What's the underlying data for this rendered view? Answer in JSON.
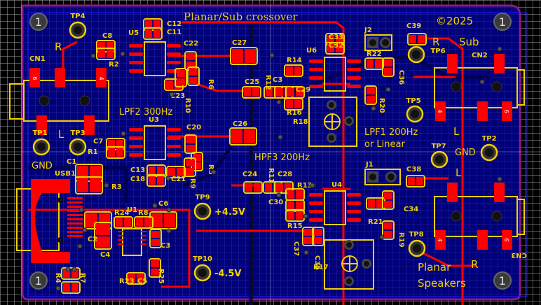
{
  "board": {
    "title": "Planar/Sub crossover",
    "copyright": "©2025",
    "colors": {
      "background": "#000000",
      "board": "#00007a",
      "grid": "#3a3aa0",
      "outline": "#8a1a8a",
      "copper_top": "#ff0000",
      "silkscreen": "#f5d000",
      "via": "#505050"
    }
  },
  "labels": {
    "lpf2": "LPF2 300Hz",
    "hpf3": "HPF3 200Hz",
    "lpf1_line1": "LPF1 200Hz",
    "lpf1_line2": "or Linear",
    "sub": "Sub",
    "planar_line1": "Planar",
    "planar_line2": "Speakers",
    "gnd_left": "GND",
    "gnd_right": "GND",
    "plus_v": "+4.5V",
    "minus_v": "-4.5V",
    "r_cn1": "R",
    "l_cn1": "L",
    "r_cn2": "R",
    "l_cn2": "L",
    "r_cn3": "R",
    "l_cn3": "L"
  },
  "mounting_holes": [
    {
      "id": "MH1",
      "label": "1"
    },
    {
      "id": "MH2",
      "label": "1"
    },
    {
      "id": "MH3",
      "label": "1"
    },
    {
      "id": "MH4",
      "label": "1"
    }
  ],
  "testpoints": [
    "TP1",
    "TP2",
    "TP3",
    "TP4",
    "TP5",
    "TP6",
    "TP7",
    "TP8",
    "TP9",
    "TP10"
  ],
  "connectors": {
    "CN1": {
      "ref": "CN1",
      "pin_a": "6",
      "pin_b": "4"
    },
    "CN2": {
      "ref": "CN2",
      "pin_a": "4",
      "pin_b": "6"
    },
    "CN3": {
      "ref": "CN3",
      "pin_a": "4",
      "pin_b": "6"
    },
    "USB1": {
      "ref": "USB1"
    },
    "J1": {
      "ref": "J1"
    },
    "J2": {
      "ref": "J2"
    }
  },
  "ics": [
    "U1",
    "U3",
    "U4",
    "U5",
    "U6"
  ],
  "designators": {
    "C1": "C1",
    "C2": "C2",
    "C3": "C3",
    "C4": "C4",
    "C5": "C5",
    "C6": "C6",
    "C7": "C7",
    "C8": "C8",
    "C11": "C11",
    "C12": "C12",
    "C13": "C13",
    "C18": "C18",
    "C20": "C20",
    "C21": "C21",
    "C22": "C22",
    "C23": "C23",
    "C24": "C24",
    "C25": "C25",
    "C26": "C26",
    "C27": "C27",
    "C28": "C28",
    "C29": "C29",
    "C30": "C30",
    "C31": "C3",
    "C32": "C32",
    "C33": "C33",
    "C34": "C34",
    "C35": "C35",
    "C36": "C36",
    "C37": "C37",
    "C38": "C38",
    "C39": "C39",
    "R1": "R1",
    "R2": "R2",
    "R3": "R3",
    "R4": "R4",
    "R5": "R5",
    "R6": "R6",
    "R7": "R7",
    "R8": "R8",
    "R9": "R9",
    "R10": "R10",
    "R11": "R11",
    "R12": "R12",
    "R13": "R13",
    "R14": "R14",
    "R15": "R15",
    "R16": "R16",
    "R17": "R17",
    "R18": "R18",
    "R19": "R19",
    "R20": "R20",
    "R21": "R21",
    "R22": "R22",
    "R23": "R23",
    "R24": "R24",
    "R25": "R25"
  }
}
